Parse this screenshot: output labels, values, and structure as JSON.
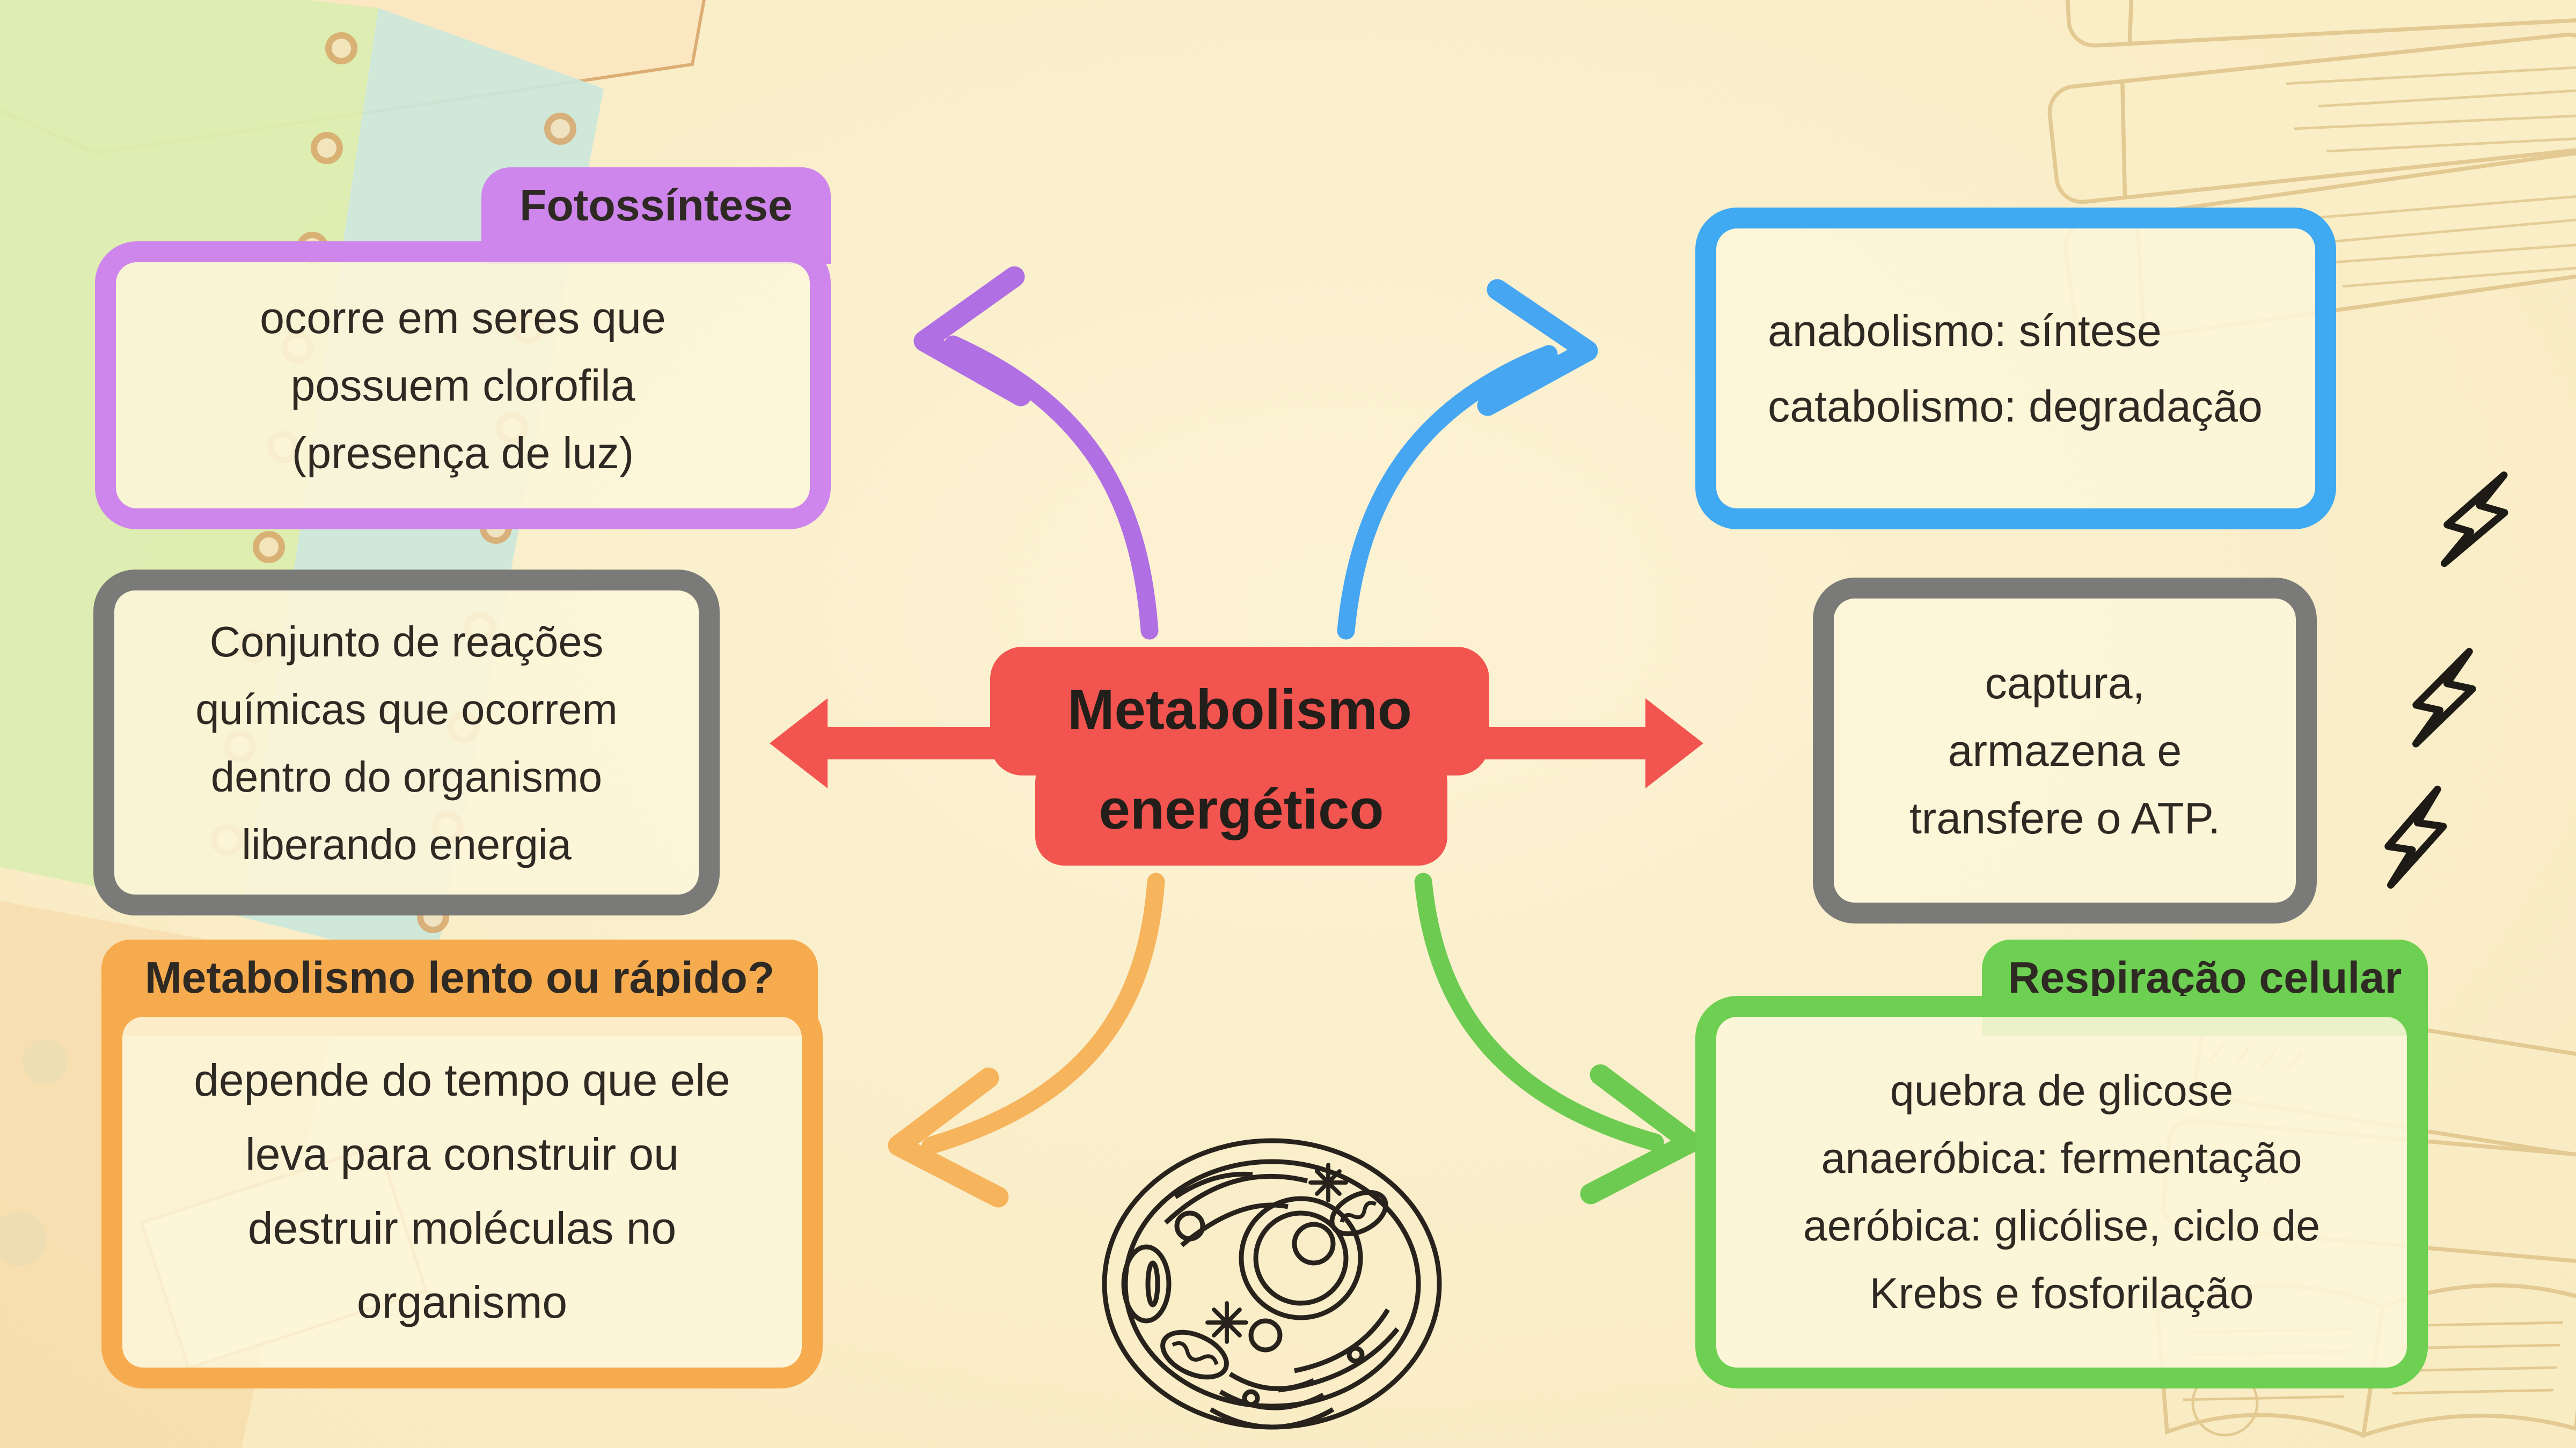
{
  "title": "Mapa mental: Metabolismo energético",
  "center": {
    "line1": "Metabolismo",
    "line2": "energético"
  },
  "nodes": {
    "fotossintese": {
      "title": "Fotossíntese",
      "body": [
        "ocorre em seres que",
        "possuem clorofila",
        "(presença de luz)"
      ]
    },
    "definicao": {
      "body": [
        "Conjunto de reações",
        "químicas que ocorrem",
        "dentro do organismo",
        "liberando energia"
      ]
    },
    "velocidade": {
      "title": "Metabolismo lento ou rápido?",
      "body": [
        "depende do tempo que ele",
        "leva para construir ou",
        "destruir moléculas no",
        "organismo"
      ]
    },
    "anabolismo_catabolismo": {
      "body": [
        "anabolismo: síntese",
        "catabolismo: degradação"
      ]
    },
    "atp": {
      "body": [
        "captura,",
        "armazena e",
        "transfere o ATP."
      ]
    },
    "respiracao": {
      "title": "Respiração celular",
      "body": [
        "quebra de glicose",
        "anaeróbica: fermentação",
        "aeróbica: glicólise, ciclo de",
        "Krebs e fosforilação"
      ]
    }
  },
  "palette": {
    "background": "#FAEEC9",
    "box_fill": "#FDF6DA",
    "purple": "#CE85EC",
    "blue": "#3FA9F2",
    "gray": "#7A7A78",
    "orange": "#F6AB4F",
    "green": "#6DD052",
    "red": "#F25450",
    "text": "#2E2923",
    "arrow_purple": "#B06FE3",
    "arrow_blue": "#46A6F2",
    "arrow_orange": "#F6B45C",
    "arrow_green": "#6DCB51",
    "decoration_tan": "#E0C48A"
  },
  "icons": {
    "lightning": "lightning-bolt-icon",
    "cell": "animal-cell-illustration",
    "notebooks": "spiral-notebooks-decoration",
    "books_top": "book-stack-decoration",
    "books_bottom": "open-book-stack-decoration"
  }
}
